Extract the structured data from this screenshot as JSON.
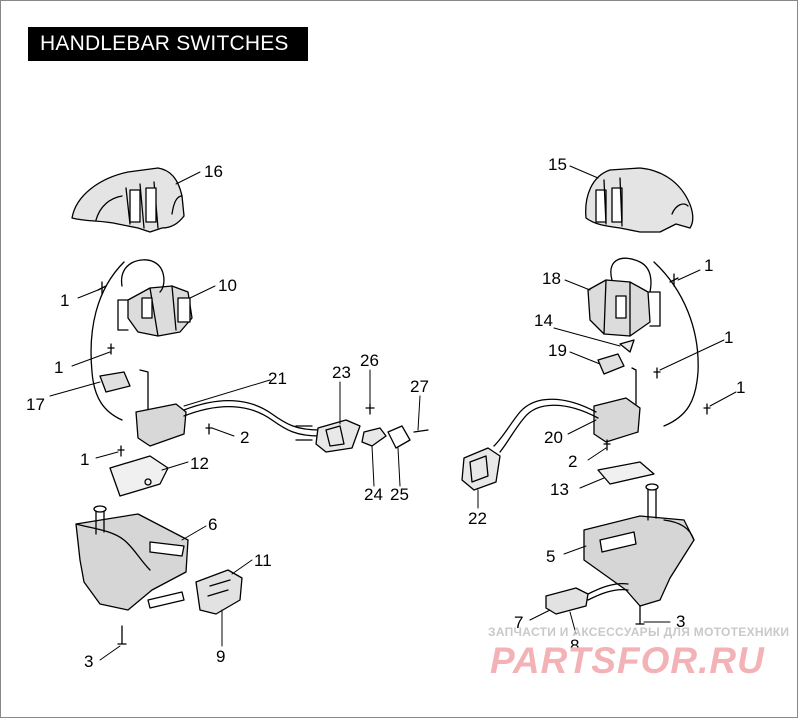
{
  "title": "HANDLEBAR SWITCHES",
  "callouts": {
    "c16": "16",
    "c15": "15",
    "c10": "10",
    "c18": "18",
    "c1a": "1",
    "c1b": "1",
    "c1c": "1",
    "c1d": "1",
    "c1e": "1",
    "c1f": "1",
    "c17": "17",
    "c21": "21",
    "c23": "23",
    "c26": "26",
    "c27": "27",
    "c2a": "2",
    "c2b": "2",
    "c12": "12",
    "c24": "24",
    "c25": "25",
    "c6": "6",
    "c11": "11",
    "c3a": "3",
    "c3b": "3",
    "c9": "9",
    "c14": "14",
    "c19": "19",
    "c20": "20",
    "c13": "13",
    "c22": "22",
    "c5": "5",
    "c7": "7",
    "c8": "8"
  },
  "watermark": {
    "line": "ЗАПЧАСТИ И АКСЕССУАРЫ ДЛЯ МОТОТЕХНИКИ",
    "logo": "PARTSFOR.RU",
    "logo_color": "#f2b2b6"
  }
}
